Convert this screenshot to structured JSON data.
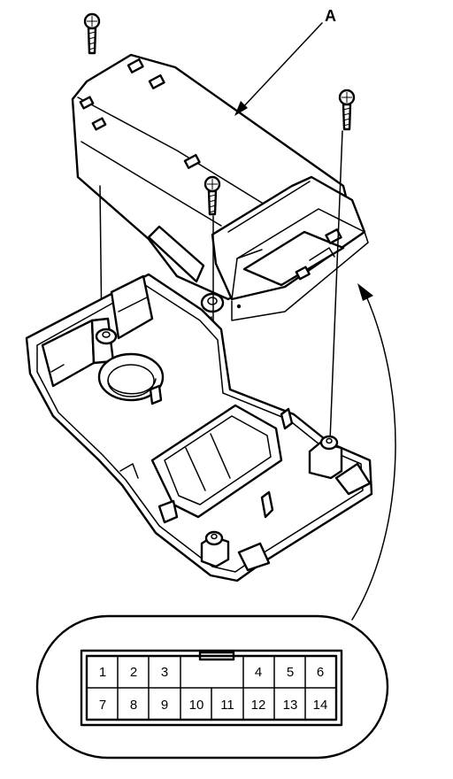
{
  "callout": {
    "label": "A"
  },
  "connector": {
    "top_row": [
      "1",
      "2",
      "3",
      "",
      "",
      "4",
      "5",
      "6"
    ],
    "bottom_row": [
      "7",
      "8",
      "9",
      "10",
      "11",
      "12",
      "13",
      "14"
    ]
  }
}
